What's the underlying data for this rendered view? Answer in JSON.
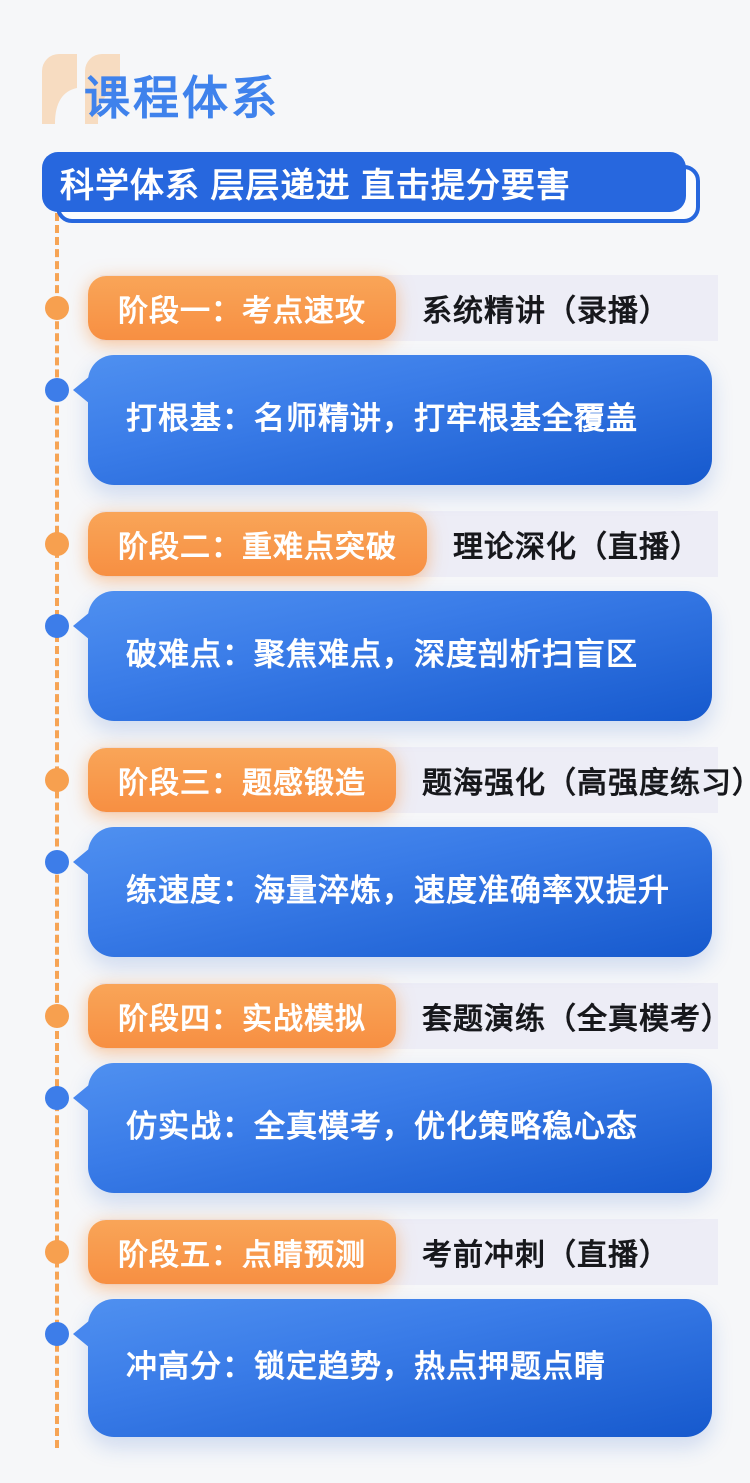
{
  "colors": {
    "bg": "#f6f7f9",
    "title-blue": "#3f82ec",
    "banner-blue": "#2767de",
    "badge-orange": "#f89b4e",
    "strip-lavender": "#ededf6",
    "card-blue-top": "#4f90f0",
    "card-blue-bottom": "#1659cd",
    "dot-orange": "#f7a04f",
    "dot-blue": "#3d7de9",
    "dash-orange": "#f6a455",
    "quote-peach": "#f7dcc1",
    "label-dark": "#17181c"
  },
  "header": {
    "title": "课程体系"
  },
  "banner": {
    "title": "科学体系 层层递进 直击提分要害"
  },
  "stages": [
    {
      "badge": "阶段一：考点速攻",
      "label": "系统精讲（录播）",
      "card": "打根基：名师精讲，打牢根基全覆盖"
    },
    {
      "badge": "阶段二：重难点突破",
      "label": "理论深化（直播）",
      "card": "破难点：聚焦难点，深度剖析扫盲区"
    },
    {
      "badge": "阶段三：题感锻造",
      "label": "题海强化（高强度练习）",
      "card": "练速度：海量淬炼，速度准确率双提升"
    },
    {
      "badge": "阶段四：实战模拟",
      "label": "套题演练（全真模考）",
      "card": "仿实战：全真模考，优化策略稳心态"
    },
    {
      "badge": "阶段五：点睛预测",
      "label": "考前冲刺（直播）",
      "card": "冲高分：锁定趋势，热点押题点睛"
    }
  ]
}
